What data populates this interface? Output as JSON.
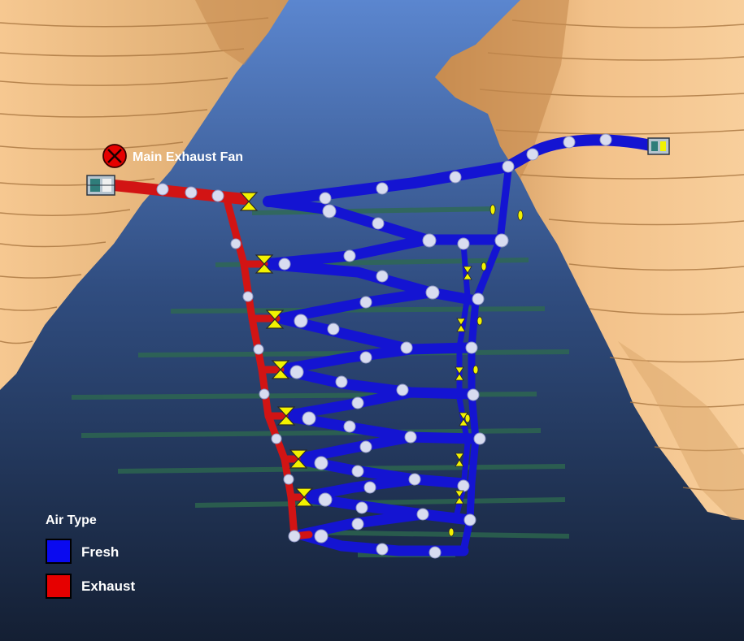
{
  "fan": {
    "label": "Main Exhaust Fan"
  },
  "legend": {
    "title": "Air Type",
    "items": [
      {
        "label": "Fresh",
        "color": "#0a0af0"
      },
      {
        "label": "Exhaust",
        "color": "#e60000"
      }
    ]
  },
  "colors": {
    "fresh_airway": "#1414d2",
    "exhaust_airway": "#d21414",
    "regulator": "#f2f200",
    "rock": "#f2c189",
    "level_drive": "#2e6b4e",
    "node": "#d8dcf0"
  },
  "icons": [
    "exhaust-fan-icon",
    "regulator-icon",
    "portal-icon"
  ]
}
